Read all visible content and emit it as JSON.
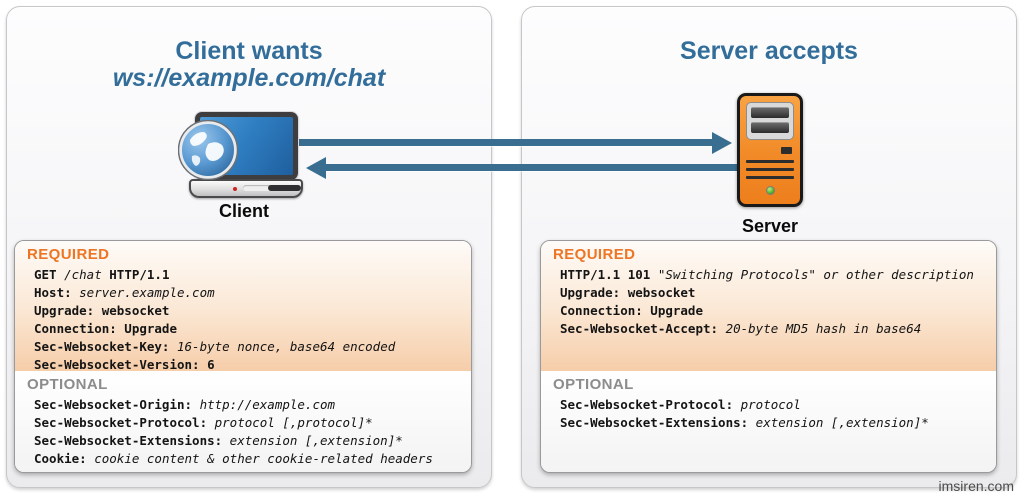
{
  "colors": {
    "title_blue": "#336e9a",
    "arrow_blue": "#3a6e91",
    "required_orange": "#ed7524",
    "optional_gray": "#8c8c8c"
  },
  "watermark": "imsiren.com",
  "client": {
    "title_line1": "Client wants",
    "title_line2": "ws://example.com/chat",
    "device_label": "Client",
    "required_label": "REQUIRED",
    "optional_label": "OPTIONAL",
    "required_lines": [
      [
        {
          "text": "GET ",
          "style": "bold"
        },
        {
          "text": "/chat",
          "style": "italic"
        },
        {
          "text": " HTTP/1.1",
          "style": "bold"
        }
      ],
      [
        {
          "text": "Host: ",
          "style": "bold"
        },
        {
          "text": "server.example.com",
          "style": "italic"
        }
      ],
      [
        {
          "text": "Upgrade: websocket",
          "style": "bold"
        }
      ],
      [
        {
          "text": "Connection: Upgrade",
          "style": "bold"
        }
      ],
      [
        {
          "text": "Sec-Websocket-Key: ",
          "style": "bold"
        },
        {
          "text": "16-byte nonce, base64 encoded",
          "style": "italic"
        }
      ],
      [
        {
          "text": "Sec-Websocket-Version: 6",
          "style": "bold"
        }
      ]
    ],
    "optional_lines": [
      [
        {
          "text": "Sec-Websocket-Origin: ",
          "style": "bold"
        },
        {
          "text": "http://example.com",
          "style": "italic"
        }
      ],
      [
        {
          "text": "Sec-Websocket-Protocol: ",
          "style": "bold"
        },
        {
          "text": "protocol [,protocol]*",
          "style": "italic"
        }
      ],
      [
        {
          "text": "Sec-Websocket-Extensions: ",
          "style": "bold"
        },
        {
          "text": "extension [,extension]*",
          "style": "italic"
        }
      ],
      [
        {
          "text": "Cookie: ",
          "style": "bold"
        },
        {
          "text": "cookie content & other cookie-related headers",
          "style": "italic"
        }
      ]
    ]
  },
  "server": {
    "title": "Server accepts",
    "device_label": "Server",
    "required_label": "REQUIRED",
    "optional_label": "OPTIONAL",
    "required_lines": [
      [
        {
          "text": "HTTP/1.1 101 ",
          "style": "bold"
        },
        {
          "text": "\"Switching Protocols\" or other description",
          "style": "italic"
        }
      ],
      [
        {
          "text": "Upgrade: websocket",
          "style": "bold"
        }
      ],
      [
        {
          "text": "Connection: Upgrade",
          "style": "bold"
        }
      ],
      [
        {
          "text": "Sec-Websocket-Accept: ",
          "style": "bold"
        },
        {
          "text": "20-byte MD5 hash in base64",
          "style": "italic"
        }
      ]
    ],
    "optional_lines": [
      [
        {
          "text": "Sec-Websocket-Protocol: ",
          "style": "bold"
        },
        {
          "text": "protocol",
          "style": "italic"
        }
      ],
      [
        {
          "text": "Sec-Websocket-Extensions: ",
          "style": "bold"
        },
        {
          "text": "extension [,extension]*",
          "style": "italic"
        }
      ]
    ]
  }
}
